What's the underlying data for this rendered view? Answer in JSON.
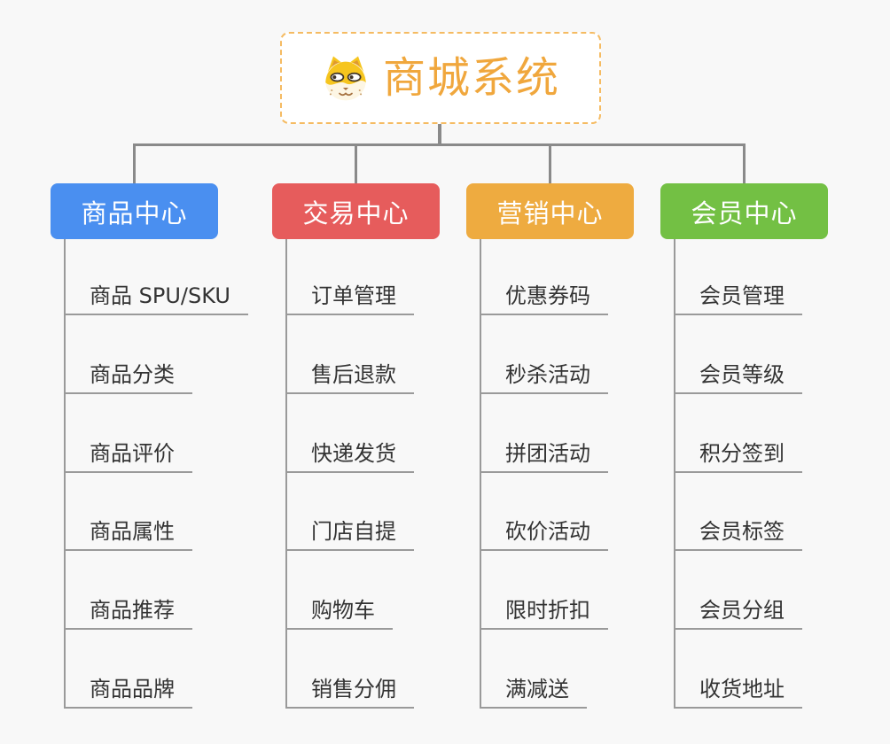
{
  "canvas": {
    "background": "#f8f8f8"
  },
  "root": {
    "title": "商城系统",
    "icon": "dog-face-icon",
    "title_color": "#f0a73d",
    "border_color": "#f5bb62",
    "fill": "#ffffff"
  },
  "connector_color": "#8a8a8a",
  "branch_line_color": "#9a9a9a",
  "child_text_color": "#333333",
  "branches": [
    {
      "label": "商品中心",
      "color": "#4a8ff0",
      "children": [
        "商品 SPU/SKU",
        "商品分类",
        "商品评价",
        "商品属性",
        "商品推荐",
        "商品品牌"
      ]
    },
    {
      "label": "交易中心",
      "color": "#e65c5c",
      "children": [
        "订单管理",
        "售后退款",
        "快递发货",
        "门店自提",
        "购物车",
        "销售分佣"
      ]
    },
    {
      "label": "营销中心",
      "color": "#eeab40",
      "children": [
        "优惠券码",
        "秒杀活动",
        "拼团活动",
        "砍价活动",
        "限时折扣",
        "满减送"
      ]
    },
    {
      "label": "会员中心",
      "color": "#73c044",
      "children": [
        "会员管理",
        "会员等级",
        "积分签到",
        "会员标签",
        "会员分组",
        "收货地址"
      ]
    }
  ]
}
